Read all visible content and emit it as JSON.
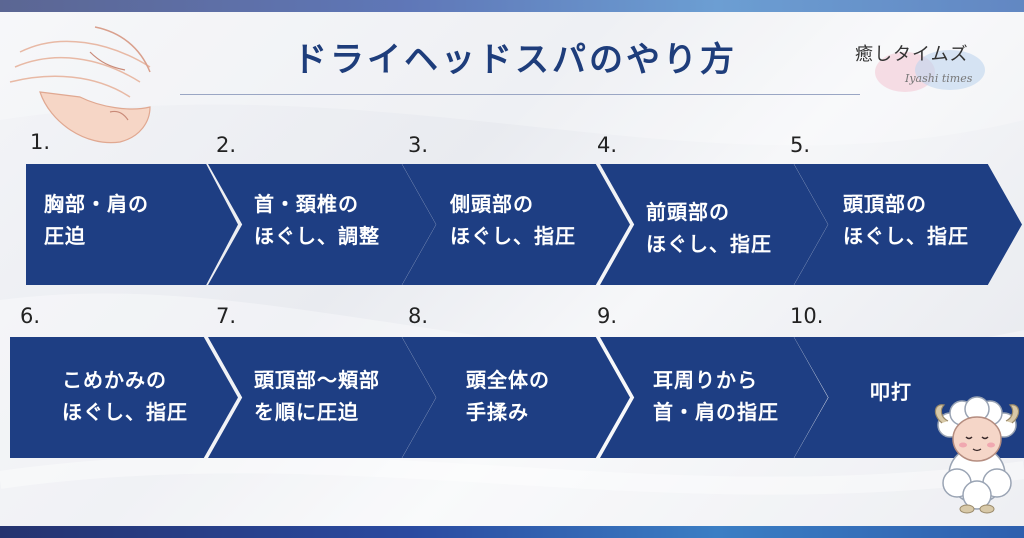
{
  "title": "ドライヘッドスパのやり方",
  "brand": {
    "name": "癒しタイムズ",
    "sub": "Iyashi times"
  },
  "steps": [
    {
      "num": "1.",
      "label": "胸部・肩の\n圧迫"
    },
    {
      "num": "2.",
      "label": "首・頚椎の\nほぐし、調整"
    },
    {
      "num": "3.",
      "label": "側頭部の\nほぐし、指圧"
    },
    {
      "num": "4.",
      "label": "前頭部の\nほぐし、指圧"
    },
    {
      "num": "5.",
      "label": "頭頂部の\nほぐし、指圧"
    },
    {
      "num": "6.",
      "label": "こめかみの\nほぐし、指圧"
    },
    {
      "num": "7.",
      "label": "頭頂部〜頬部\nを順に圧迫"
    },
    {
      "num": "8.",
      "label": "頭全体の\n手揉み"
    },
    {
      "num": "9.",
      "label": "耳周りから\n首・肩の指圧"
    },
    {
      "num": "10.",
      "label": "叩打"
    }
  ],
  "colors": {
    "chevron": "#1e3e83",
    "title": "#1e3d7b",
    "band": "#2a4aa0"
  }
}
